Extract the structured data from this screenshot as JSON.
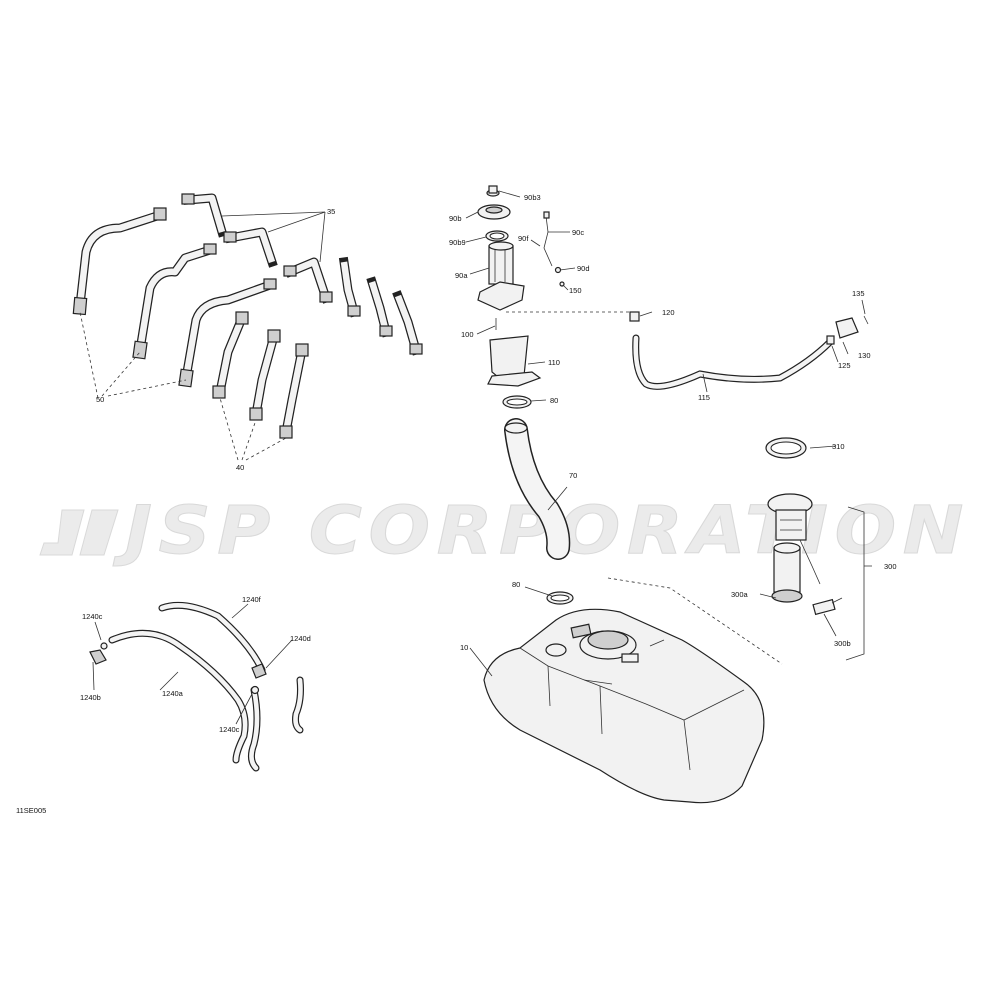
{
  "watermark": {
    "text": "JSP CORPORATION"
  },
  "drawing": {
    "code": "11SE005"
  },
  "callouts": {
    "c35": "35",
    "c50": "50",
    "c40": "40",
    "c90b3": "90b3",
    "c90b": "90b",
    "c90b9": "90b9",
    "c90c": "90c",
    "c90f": "90f",
    "c90a": "90a",
    "c90d": "90d",
    "c150": "150",
    "c100": "100",
    "c120": "120",
    "c135": "135",
    "c110": "110",
    "c130": "130",
    "c125": "125",
    "c80a": "80",
    "c115": "115",
    "c310": "310",
    "c70": "70",
    "c300": "300",
    "c80b": "80",
    "c300a": "300a",
    "c1240f": "1240f",
    "c1240c_top": "1240c",
    "c1240d": "1240d",
    "c10": "10",
    "c300b": "300b",
    "c1240b": "1240b",
    "c1240a": "1240a",
    "c1240c_bottom": "1240c"
  }
}
